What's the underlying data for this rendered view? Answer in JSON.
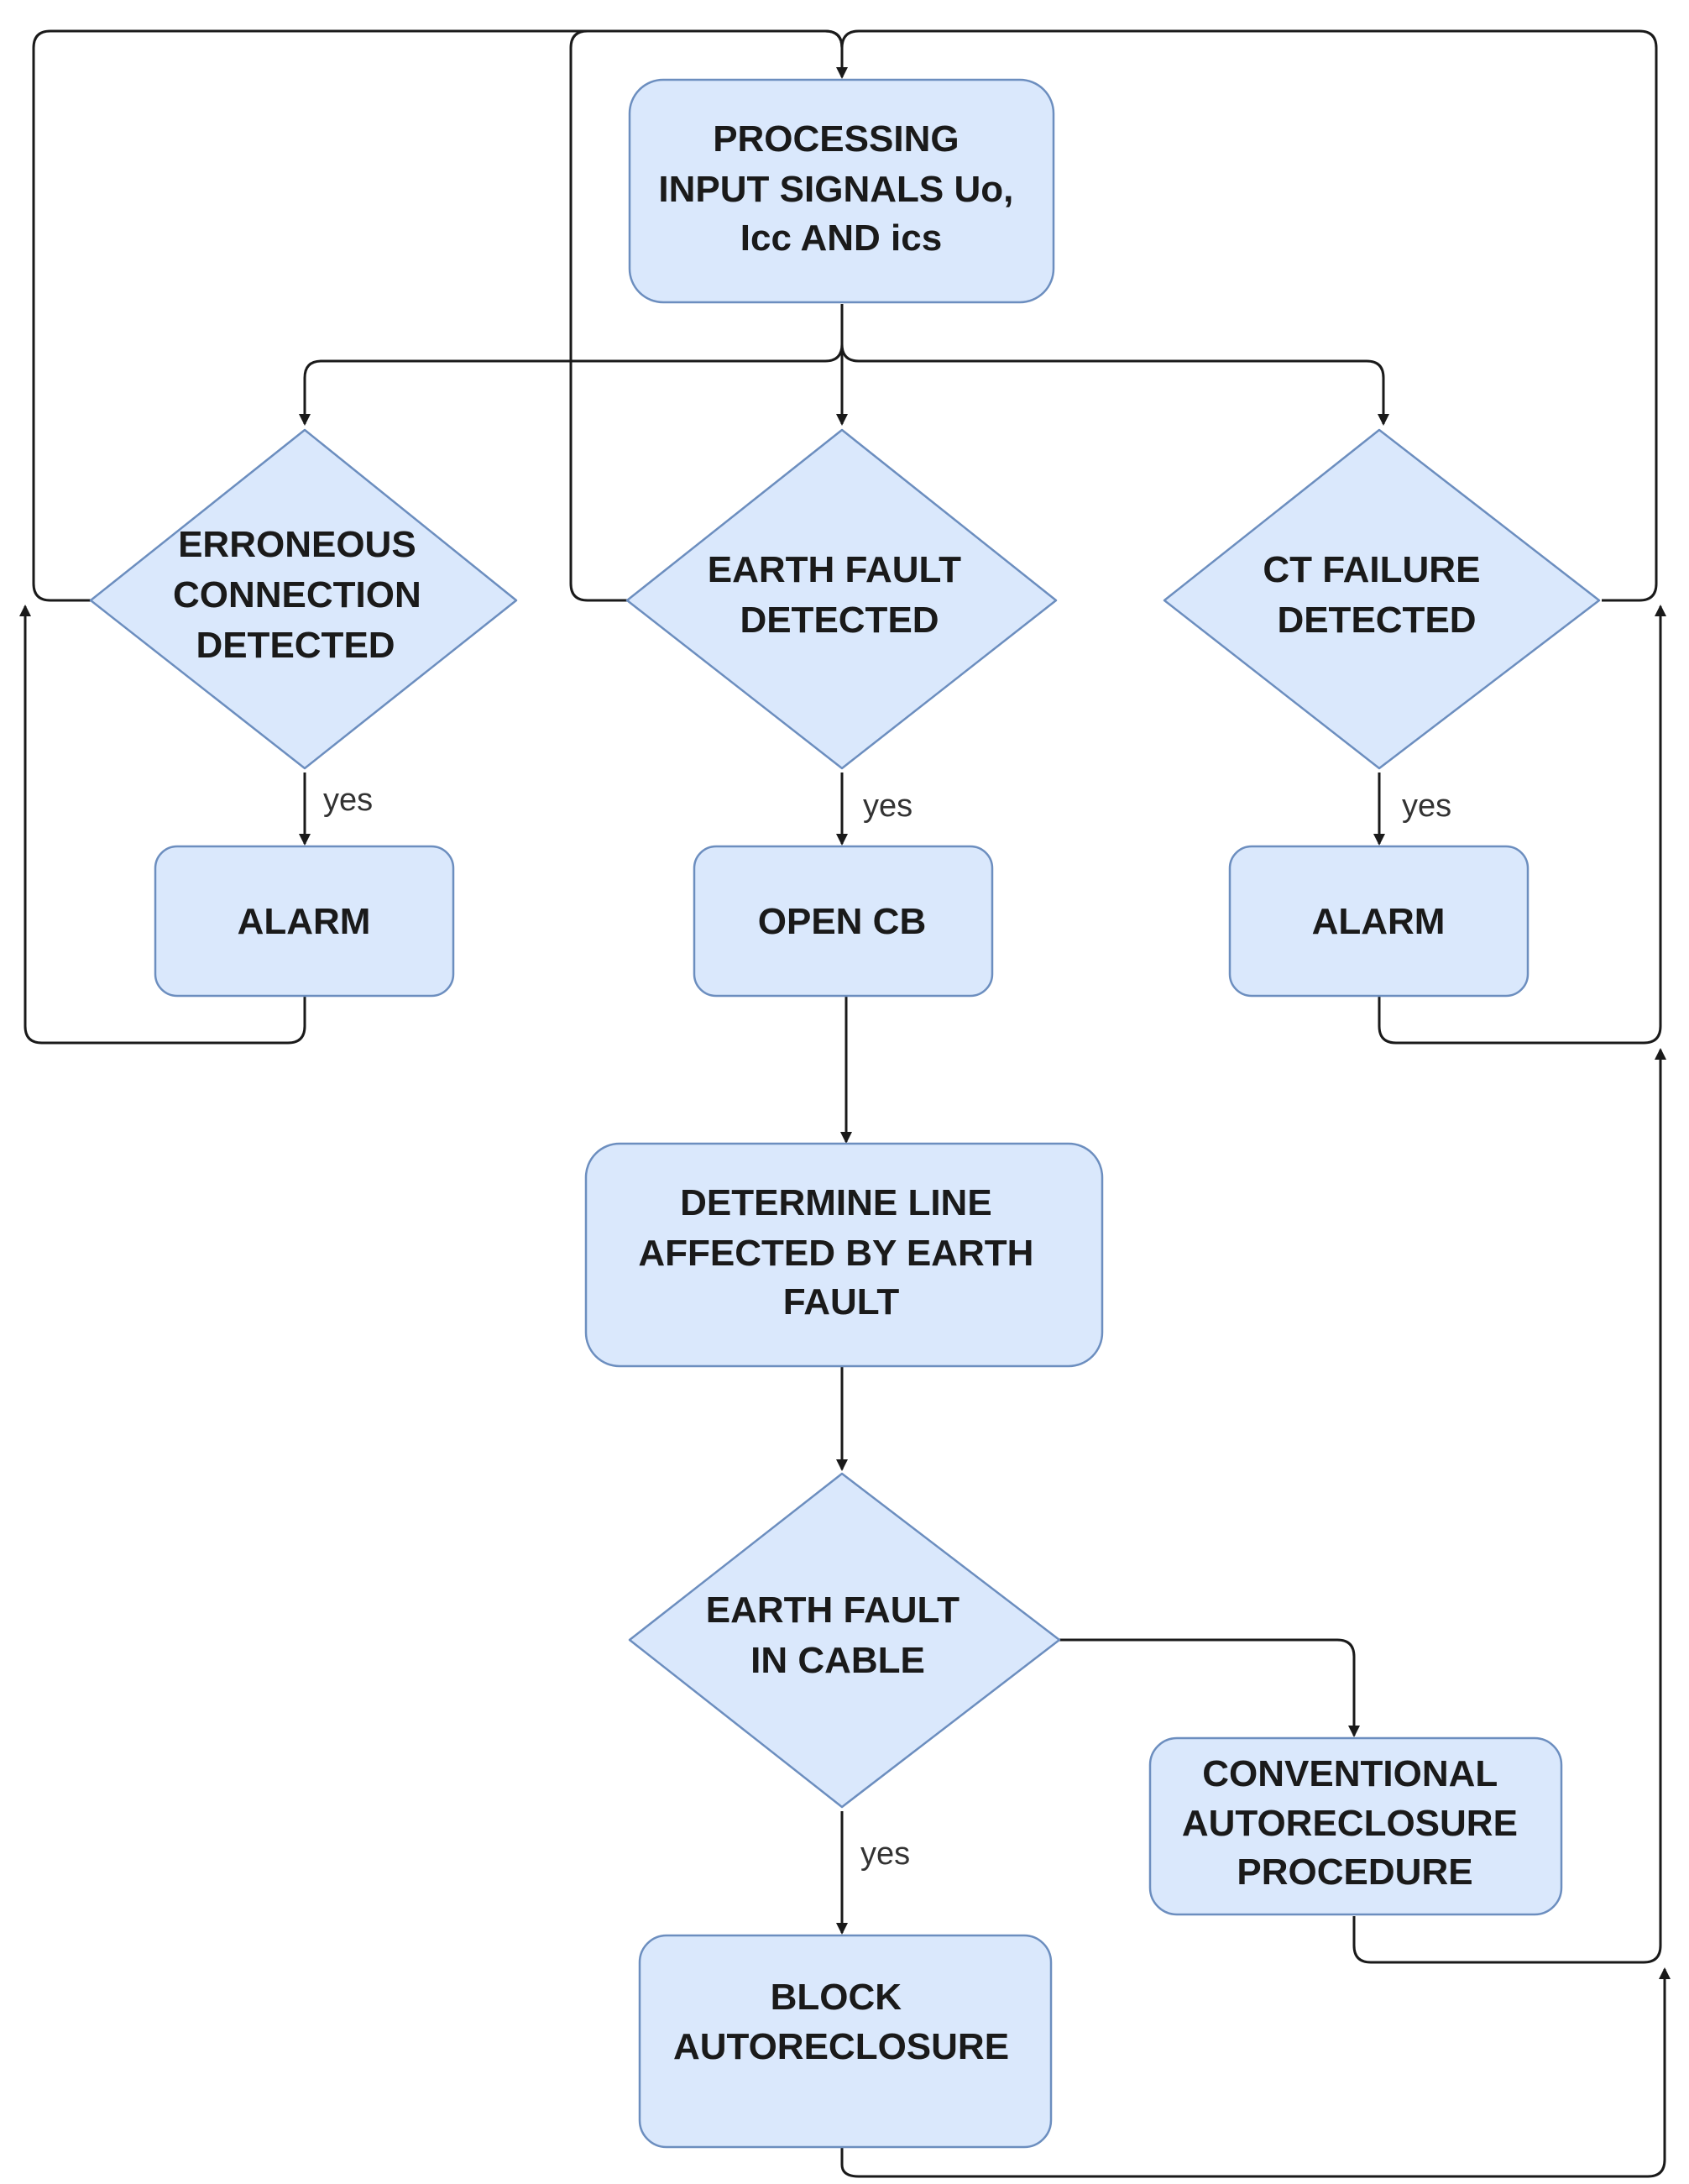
{
  "colors": {
    "node_fill": "#dae8fc",
    "node_stroke": "#6c8ebf",
    "edge": "#1a1a1a"
  },
  "nodes": {
    "processing": [
      "PROCESSING",
      "INPUT SIGNALS Uo,",
      "Icc AND ics"
    ],
    "erroneous": [
      "ERRONEOUS",
      "CONNECTION",
      "DETECTED"
    ],
    "earth_fault": [
      "EARTH FAULT",
      "DETECTED"
    ],
    "ct_failure": [
      "CT FAILURE",
      "DETECTED"
    ],
    "alarm_left": [
      "ALARM"
    ],
    "open_cb": [
      "OPEN CB"
    ],
    "alarm_right": [
      "ALARM"
    ],
    "determine_line": [
      "DETERMINE LINE",
      "AFFECTED BY EARTH",
      "FAULT"
    ],
    "earth_fault_cable": [
      "EARTH FAULT",
      "IN CABLE"
    ],
    "conventional": [
      "CONVENTIONAL",
      "AUTORECLOSURE",
      "PROCEDURE"
    ],
    "block": [
      "BLOCK",
      "AUTORECLOSURE"
    ]
  },
  "edge_labels": {
    "erroneous_yes": "yes",
    "earth_fault_yes": "yes",
    "ct_failure_yes": "yes",
    "cable_yes": "yes"
  }
}
